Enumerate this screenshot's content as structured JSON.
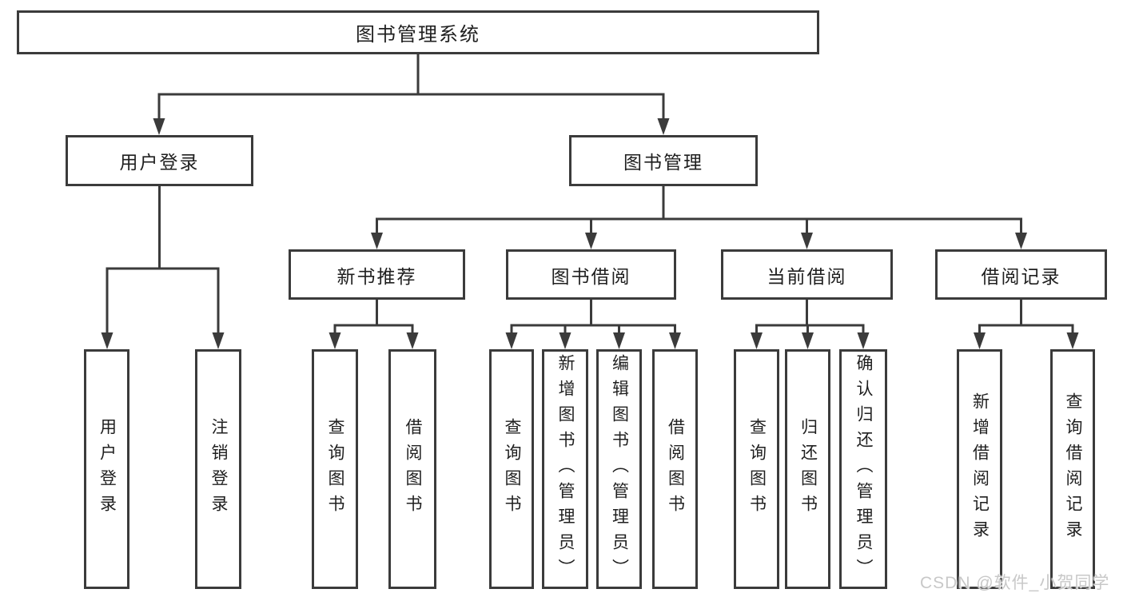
{
  "diagram_title": "图书管理系统",
  "tree": {
    "label": "图书管理系统",
    "children": [
      {
        "label": "用户登录",
        "children": [
          {
            "label": "用户登录"
          },
          {
            "label": "注销登录"
          }
        ]
      },
      {
        "label": "图书管理",
        "children": [
          {
            "label": "新书推荐",
            "children": [
              {
                "label": "查询图书"
              },
              {
                "label": "借阅图书"
              }
            ]
          },
          {
            "label": "图书借阅",
            "children": [
              {
                "label": "查询图书"
              },
              {
                "label": "新增图书（管理员）"
              },
              {
                "label": "编辑图书（管理员）"
              },
              {
                "label": "借阅图书"
              }
            ]
          },
          {
            "label": "当前借阅",
            "children": [
              {
                "label": "查询图书"
              },
              {
                "label": "归还图书"
              },
              {
                "label": "确认归还（管理员）"
              }
            ]
          },
          {
            "label": "借阅记录",
            "children": [
              {
                "label": "新增借阅记录"
              },
              {
                "label": "查询借阅记录"
              }
            ]
          }
        ]
      }
    ]
  },
  "watermark": {
    "text": "CSDN @软件_小贺同学"
  },
  "colors": {
    "background": "#ffffff",
    "line": "#3b3b3b",
    "box_border": "#3b3b3b",
    "text": "#1f1f1f",
    "watermark": "#c8c8c8"
  }
}
